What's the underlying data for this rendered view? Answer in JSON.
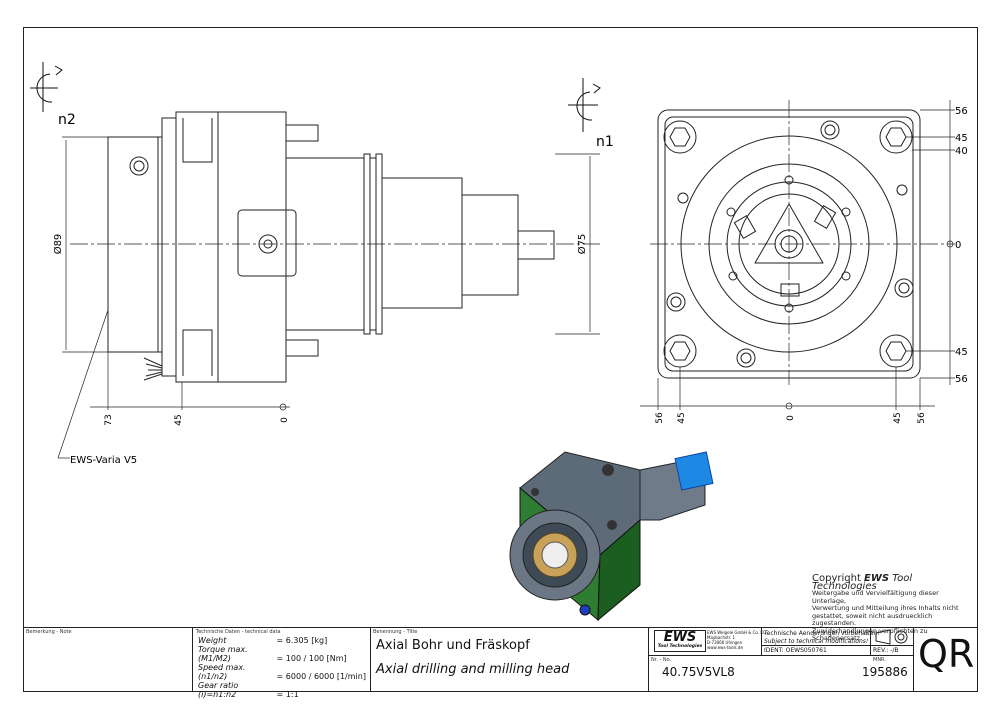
{
  "drawing": {
    "rotation_labels": {
      "left": "n2",
      "right": "n1"
    },
    "dimensions": {
      "dia_left": "Ø89",
      "dia_right": "Ø75",
      "bottom_left": [
        "73",
        "45",
        "0"
      ],
      "bottom_right": [
        "56",
        "45",
        "0",
        "45",
        "56"
      ],
      "right_side": [
        "56",
        "45",
        "40",
        "0",
        "45",
        "56"
      ]
    },
    "callout": "EWS-Varia V5"
  },
  "copyright": {
    "prefix": "Copyright ",
    "brand": "EWS",
    "suffix": " Tool Technologies",
    "lines": [
      "Weitergabe und Vervielfältigung dieser Unterlage,",
      "Verwertung und Mitteilung ihres Inhalts nicht",
      "gestattet, soweit nicht ausdruecklich zugestanden.",
      "Zuwiderhandlungen verpflichten zu Schadenersatz."
    ]
  },
  "title_block": {
    "remark_label": "Bemerkung - Note",
    "techdata_label": "Technische Daten - technical data",
    "rows": [
      {
        "label": "Weight",
        "value": "6.305 [kg]"
      },
      {
        "label": "Torque max. (M1/M2)",
        "value": "100 / 100 [Nm]"
      },
      {
        "label": "Speed max. (n1/n2)",
        "value": "6000 / 6000 [1/min]"
      },
      {
        "label": "Gear ratio (i)=n1:n2",
        "value": "1:1"
      }
    ],
    "title_label": "Benennung - Title",
    "title_de": "Axial Bohr und Fräskopf",
    "title_en": "Axial drilling and milling head",
    "logo_text": "EWS",
    "logo_sub": "Tool Technologies",
    "company_lines": [
      "EWS Weigele GmbH & Co. KG",
      "Maybachstr. 1",
      "D-73066 Uhingen",
      "www.ews-tools.de"
    ],
    "notice_de": "Technische Aenderungen vorbehalten!",
    "notice_en": "Subject to technical modifications!",
    "ident_label": "IDENT:",
    "ident_value": "OEWS050761",
    "rev_label": "REV.:",
    "rev_value": "-/B",
    "nr_label": "Nr. - No.",
    "nr_value": "40.75V5VL8",
    "mnr_label": "MNR.",
    "mnr_value": "195886",
    "qr": "QR"
  }
}
